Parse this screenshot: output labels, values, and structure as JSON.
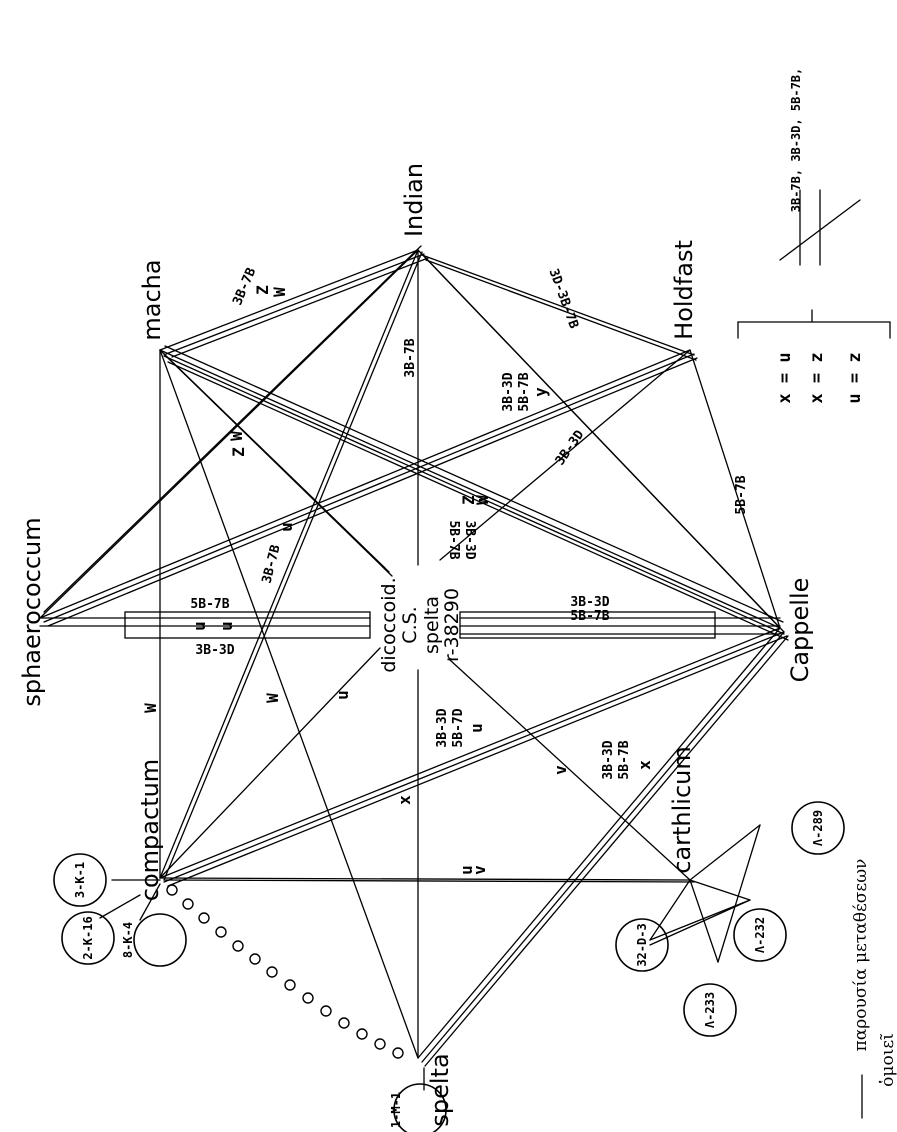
{
  "nodes": {
    "sphaerococcum": "sphaerococcum",
    "macha": "macha",
    "indian": "Indian",
    "holdfast": "Holdfast",
    "cappelle": "Cappelle",
    "compactum": "compactum",
    "spelta": "spelta",
    "carthlicum": "carthlicum",
    "dicoccoid": "dicoccoid.",
    "cs": "C.S.",
    "center_spelta": "spelta",
    "r38290": "r-38290"
  },
  "circles": {
    "c_3k1": "3-K-1",
    "c_2k16": "2-K-16",
    "c_8k4": "8-K-4",
    "c_1m1": "1-M-1",
    "c_32d3": "32-D-3",
    "c_a233": "Λ-233",
    "c_a232": "Λ-232",
    "c_a289": "Λ-289"
  },
  "edge_labels": {
    "macha_indian_code": "3B-7B",
    "macha_indian_z": "Z",
    "macha_indian_w": "W",
    "indian_holdfast": "3D-3B-7B",
    "indian_center": "3B-7B",
    "holdfast_pair_1": "3B-3D",
    "holdfast_pair_2": "5B-7B",
    "holdfast_y": "y",
    "holdfast_center": "3B-3D",
    "holdfast_cappelle": "5B-7B",
    "macha_w": "W",
    "macha_z": "Z",
    "center_upper_1": "5B-7B",
    "center_upper_2": "3B-3D",
    "center_upper_z": "Z",
    "center_upper_w": "W",
    "macha_u_1": "3B-7B",
    "macha_u_2": "u",
    "bar_upper": "5B-7B",
    "bar_u1": "u",
    "bar_u2": "u",
    "bar_lower": "3B-3D",
    "center_right_1": "3B-3D",
    "center_right_2": "5B-7B",
    "w_left": "W",
    "w_mid": "W",
    "u_mid": "u",
    "lower_pair_1": "3B-3D",
    "lower_pair_2": "5B-7D",
    "lower_u": "u",
    "x_mid": "x",
    "v_mid": "v",
    "cappelle_spelta_1": "3B-3D",
    "cappelle_spelta_2": "5B-7B",
    "cappelle_spelta_x": "x",
    "compactum_carthlicum_u": "u",
    "compactum_carthlicum_v": "v"
  },
  "legend": {
    "eq1": "x = u",
    "eq2": "x = z",
    "eq3": "u = z",
    "codes": "3B-7B, 3B-3D, 5B-7B,",
    "caption_line1": "παρουσία μεταθέσεων",
    "caption_line2": "ὁμοιεῖ"
  }
}
